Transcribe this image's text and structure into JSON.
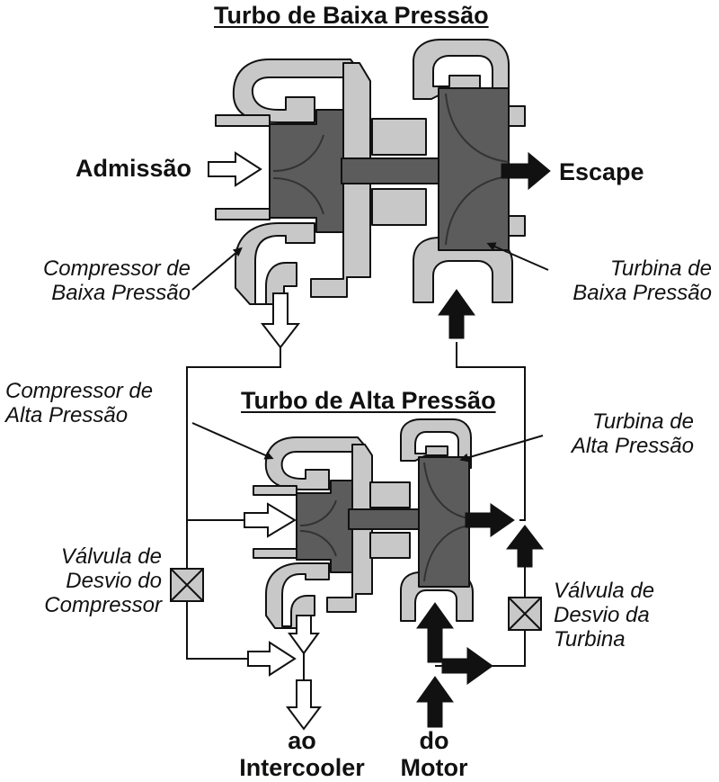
{
  "titles": {
    "low_pressure_turbo": "Turbo de Baixa Pressão",
    "high_pressure_turbo": "Turbo de Alta Pressão"
  },
  "labels": {
    "intake": "Admissão",
    "exhaust": "Escape",
    "lp_compressor": [
      "Compressor de",
      "Baixa Pressão"
    ],
    "lp_turbine": [
      "Turbina de",
      "Baixa Pressão"
    ],
    "hp_compressor": [
      "Compressor de",
      "Alta Pressão"
    ],
    "hp_turbine": [
      "Turbina de",
      "Alta Pressão"
    ],
    "compressor_bypass": [
      "Válvula de",
      "Desvio do",
      "Compressor"
    ],
    "turbine_bypass": [
      "Válvula de",
      "Desvio da",
      "Turbina"
    ],
    "to_intercooler": [
      "ao",
      "Intercooler"
    ],
    "from_engine": [
      "do",
      "Motor"
    ]
  },
  "colors": {
    "housing": "#c8c8c8",
    "wheel": "#5c5c5c",
    "outline": "#111111",
    "background": "#ffffff"
  }
}
